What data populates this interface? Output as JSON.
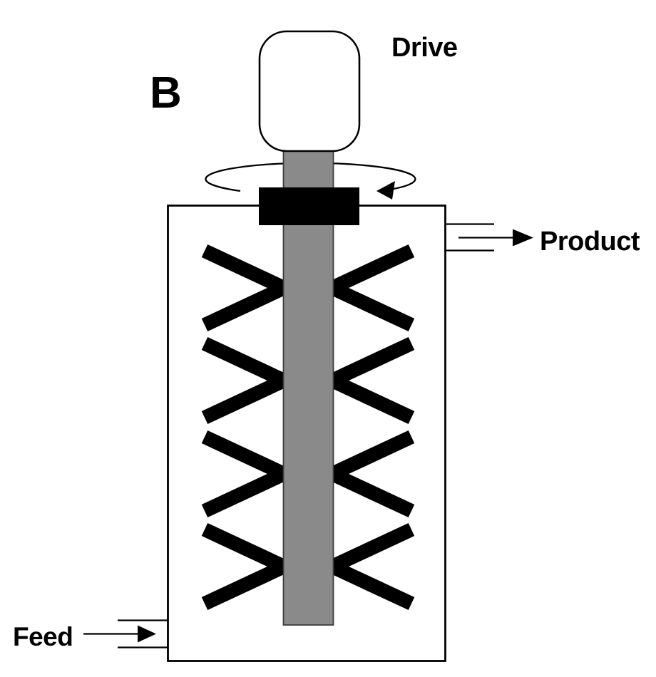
{
  "labels": {
    "variant": "B",
    "drive": "Drive",
    "product": "Product",
    "feed": "Feed"
  },
  "colors": {
    "background": "#ffffff",
    "ink": "#000000",
    "shaft_gray": "#8a8a8a",
    "motor_fill": "#ffffff"
  },
  "figure": {
    "type": "stirred-tank-mixer-diagram",
    "impeller_stages": 4
  }
}
